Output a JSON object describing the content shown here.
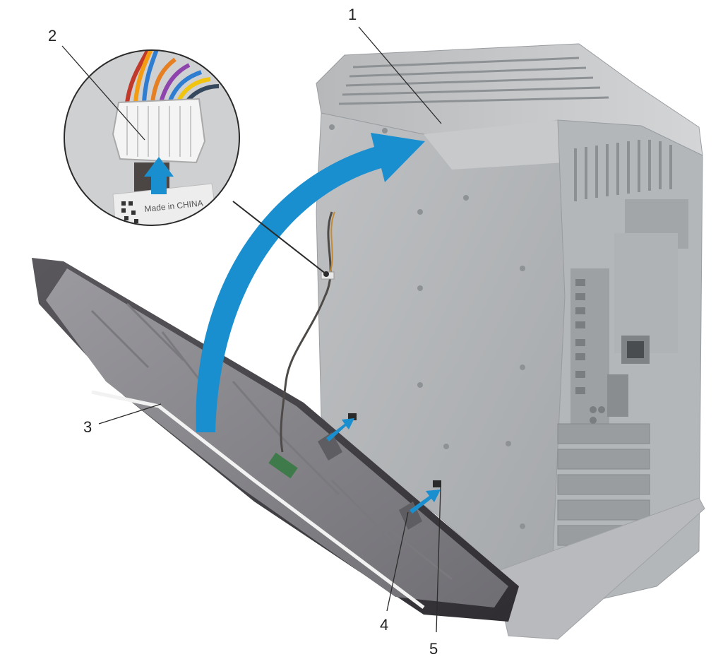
{
  "callouts": [
    {
      "id": "1",
      "label": "1"
    },
    {
      "id": "2",
      "label": "2"
    },
    {
      "id": "3",
      "label": "3"
    },
    {
      "id": "4",
      "label": "4"
    },
    {
      "id": "5",
      "label": "5"
    }
  ],
  "inset": {
    "label_text": "Made in CHINA",
    "barcode_text": "XX"
  },
  "colors": {
    "arrow_blue": "#1a8fd0",
    "chassis_light": "#c9cbcd",
    "chassis_mid": "#a9acaf",
    "chassis_dark": "#7d8185",
    "bezel_dark": "#3c3a3e",
    "bezel_inner": "#8b8a8f",
    "leader_line": "#2b2b2b"
  },
  "icons": {
    "arrow": "curved-arrow-icon",
    "connector": "cable-connector-icon"
  }
}
